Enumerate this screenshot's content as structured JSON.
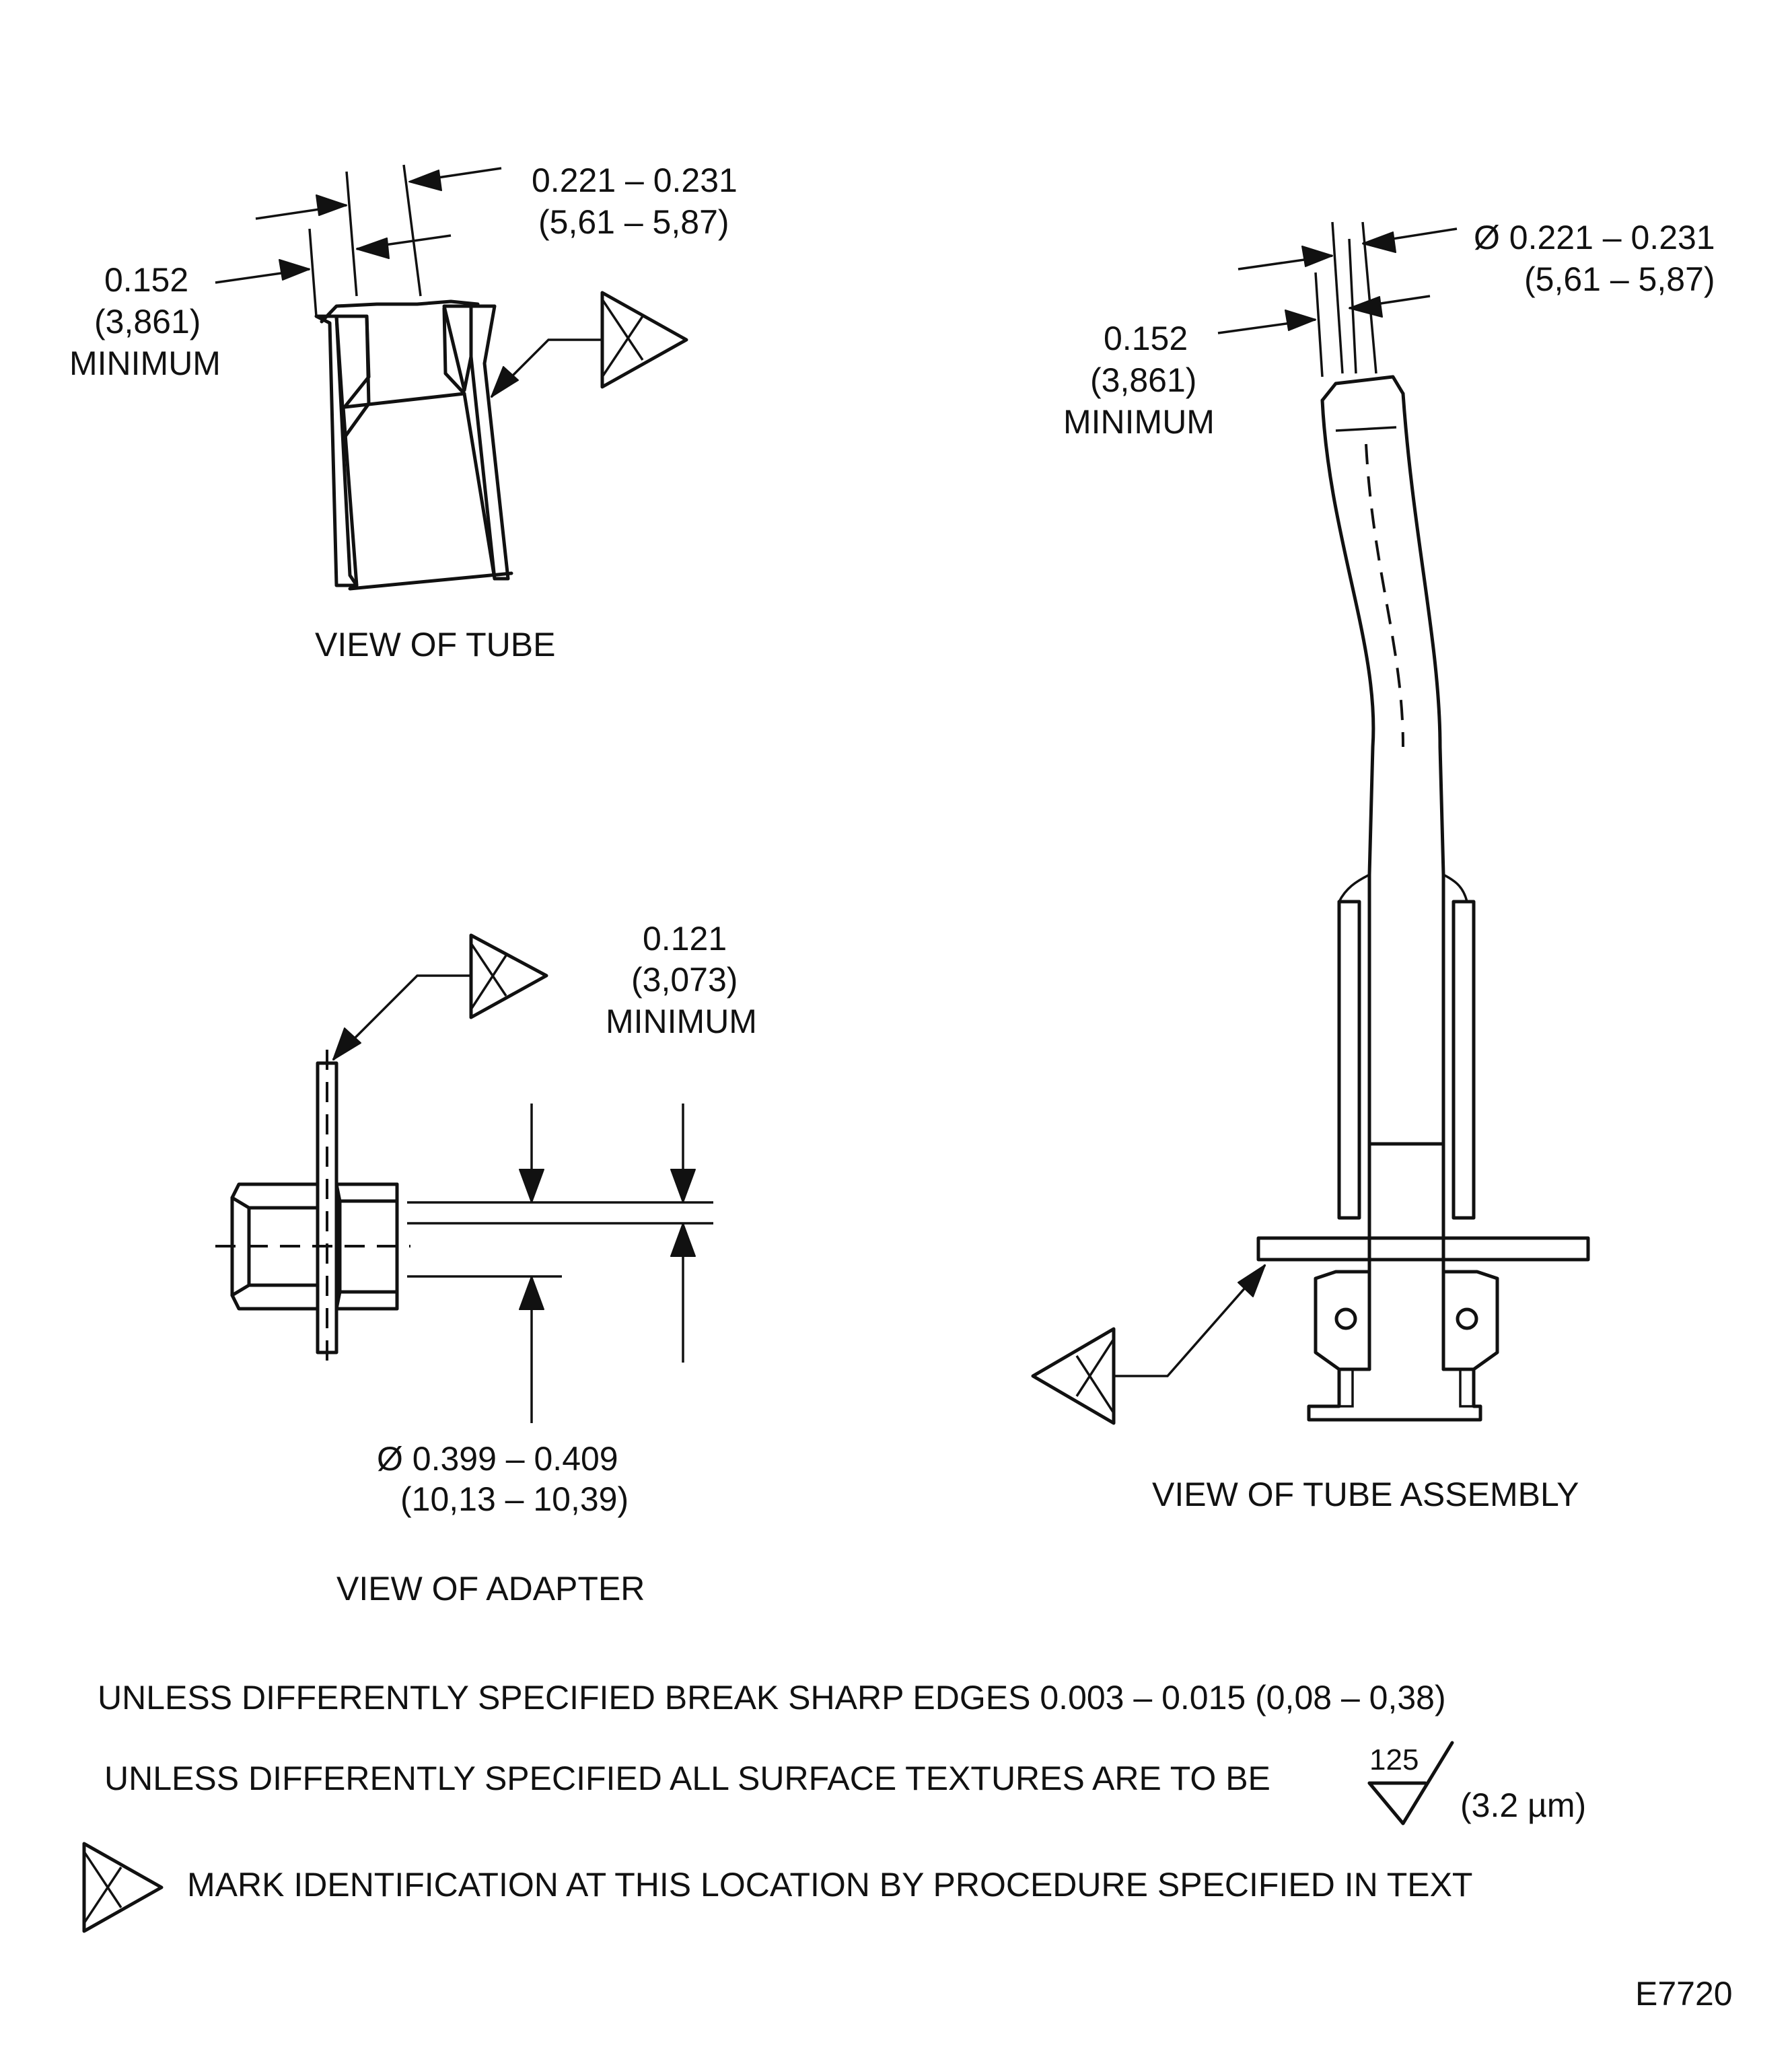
{
  "tube_view": {
    "dim_od": "0.221 – 0.231",
    "dim_od_metric": "(5,61 – 5,87)",
    "dim_id": "0.152",
    "dim_id_metric": "(3,861)",
    "dim_id_note": "MINIMUM",
    "caption": "VIEW OF TUBE"
  },
  "assembly_view": {
    "dim_od": "Ø 0.221 – 0.231",
    "dim_od_metric": "(5,61 – 5,87)",
    "dim_id": "0.152",
    "dim_id_metric": "(3,861)",
    "dim_id_note": "MINIMUM",
    "caption": "VIEW OF TUBE ASSEMBLY"
  },
  "adapter_view": {
    "dim_wall": "0.121",
    "dim_wall_metric": "(3,073)",
    "dim_wall_note": "MINIMUM",
    "dim_bore": "Ø 0.399 – 0.409",
    "dim_bore_metric": "(10,13 – 10,39)",
    "caption": "VIEW OF ADAPTER"
  },
  "notes": {
    "line1": "UNLESS DIFFERENTLY SPECIFIED BREAK SHARP EDGES 0.003 – 0.015 (0,08 – 0,38)",
    "line2": "UNLESS DIFFERENTLY SPECIFIED ALL SURFACE TEXTURES ARE TO BE",
    "texture_value": "125",
    "texture_metric": "(3.2 µm)",
    "line3": "MARK IDENTIFICATION AT THIS LOCATION BY PROCEDURE SPECIFIED IN TEXT"
  },
  "figure_id": "E7720"
}
